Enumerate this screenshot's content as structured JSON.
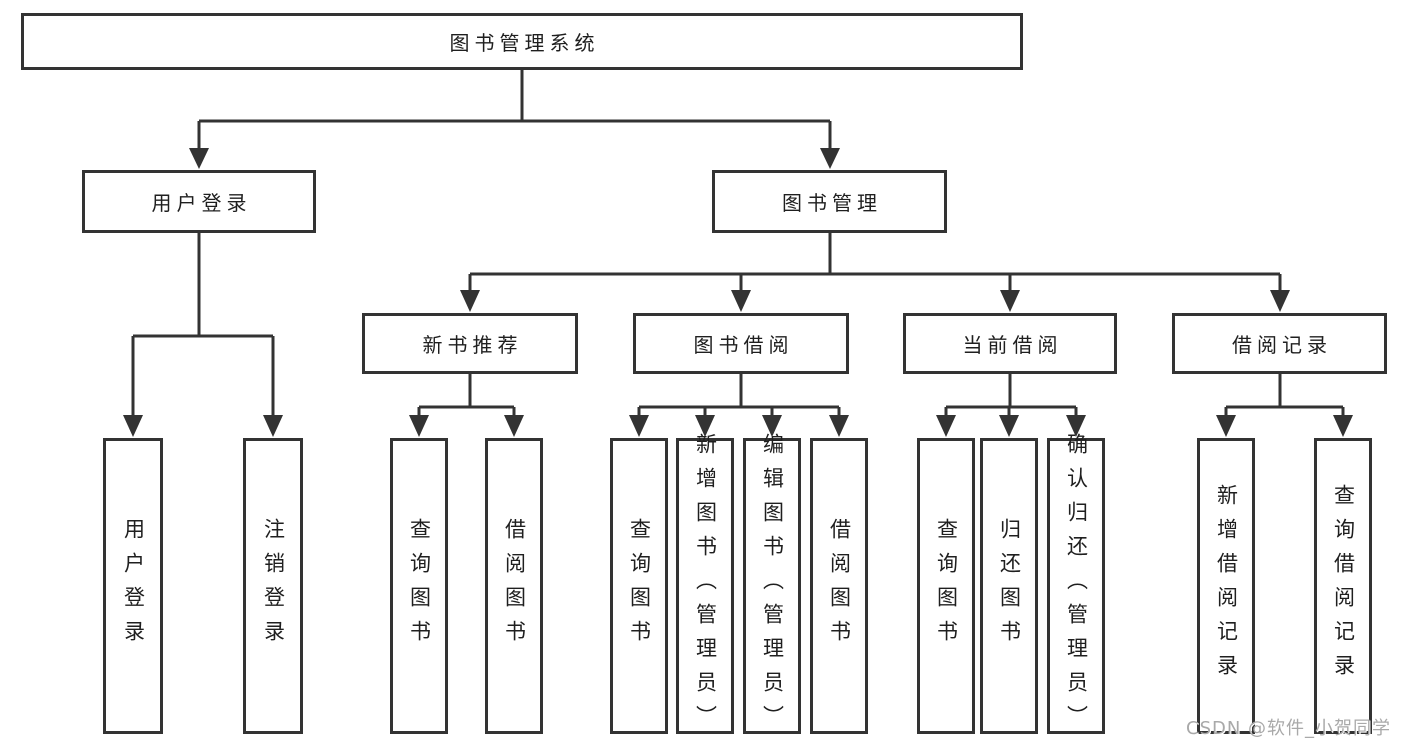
{
  "diagram": {
    "type": "hierarchy-tree",
    "title": "图书管理系统",
    "colors": {
      "line": "#333333",
      "box_border": "#333333",
      "text": "#1f1f1f",
      "background": "#ffffff",
      "watermark": "#a9a9a9"
    },
    "tree": {
      "root": "图书管理系统",
      "branches": [
        {
          "label": "用户登录",
          "children": [
            "用户登录",
            "注销登录"
          ]
        },
        {
          "label": "图书管理",
          "children": [
            {
              "label": "新书推荐",
              "children": [
                "查询图书",
                "借阅图书"
              ]
            },
            {
              "label": "图书借阅",
              "children": [
                "查询图书",
                "新增图书（管理员）",
                "编辑图书（管理员）",
                "借阅图书"
              ]
            },
            {
              "label": "当前借阅",
              "children": [
                "查询图书",
                "归还图书",
                "确认归还（管理员）"
              ]
            },
            {
              "label": "借阅记录",
              "children": [
                "新增借阅记录",
                "查询借阅记录"
              ]
            }
          ]
        }
      ]
    },
    "watermark": "CSDN @软件_小贺同学"
  }
}
